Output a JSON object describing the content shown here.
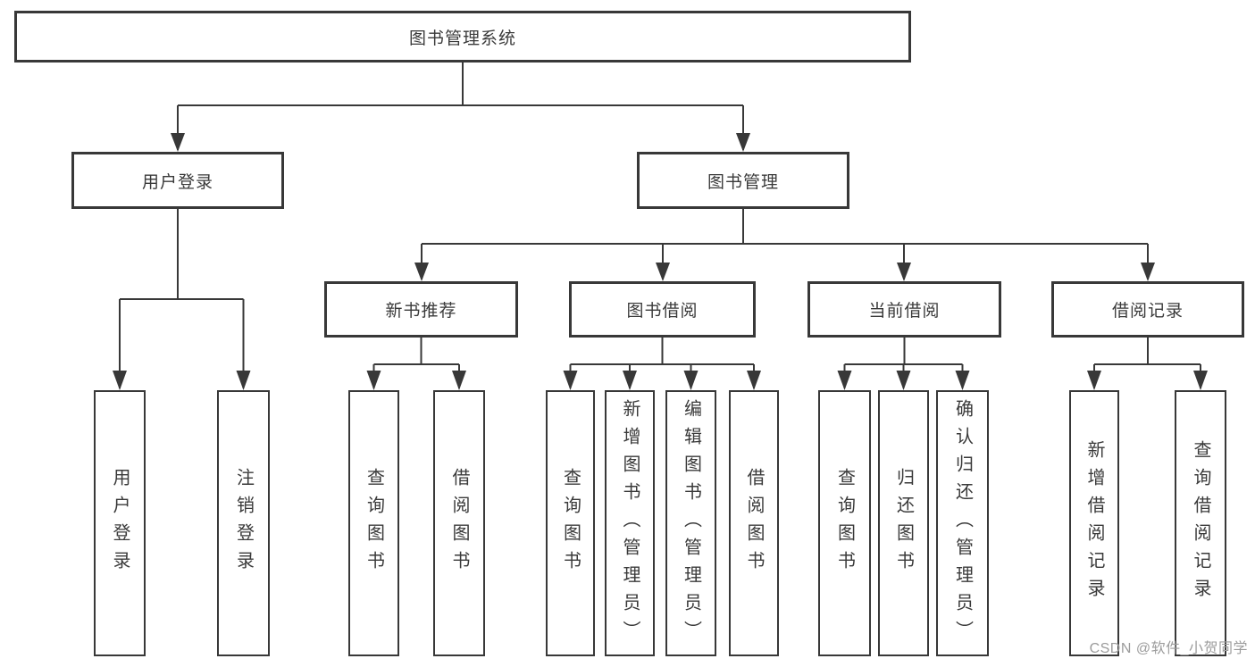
{
  "nodes": {
    "root": "图书管理系统",
    "userLogin": "用户登录",
    "bookMgmt": "图书管理",
    "newBookRec": "新书推荐",
    "bookBorrow": "图书借阅",
    "currentBorrow": "当前借阅",
    "borrowRecords": "借阅记录",
    "leafUserLogin": "用户登录",
    "leafLogout": "注销登录",
    "leafQueryBooks1": "查询图书",
    "leafBorrowBooks1": "借阅图书",
    "leafQueryBooks2": "查询图书",
    "leafAddBooks": "新增图书（管理员）",
    "leafEditBooks": "编辑图书（管理员）",
    "leafBorrowBooks2": "借阅图书",
    "leafQueryBooks3": "查询图书",
    "leafReturnBooks": "归还图书",
    "leafConfirmReturn": "确认归还（管理员）",
    "leafAddBorrowRecord": "新增借阅记录",
    "leafQueryBorrowRecord": "查询借阅记录"
  },
  "hierarchy": {
    "图书管理系统": {
      "用户登录": [
        "用户登录",
        "注销登录"
      ],
      "图书管理": {
        "新书推荐": [
          "查询图书",
          "借阅图书"
        ],
        "图书借阅": [
          "查询图书",
          "新增图书（管理员）",
          "编辑图书（管理员）",
          "借阅图书"
        ],
        "当前借阅": [
          "查询图书",
          "归还图书",
          "确认归还（管理员）"
        ],
        "借阅记录": [
          "新增借阅记录",
          "查询借阅记录"
        ]
      }
    }
  },
  "watermark": "CSDN @软件_小贺同学",
  "colors": {
    "line": "#383838",
    "box_border": "#383838",
    "text": "#3a3a3a",
    "watermark": "#9c9c9c",
    "background": "#ffffff"
  }
}
